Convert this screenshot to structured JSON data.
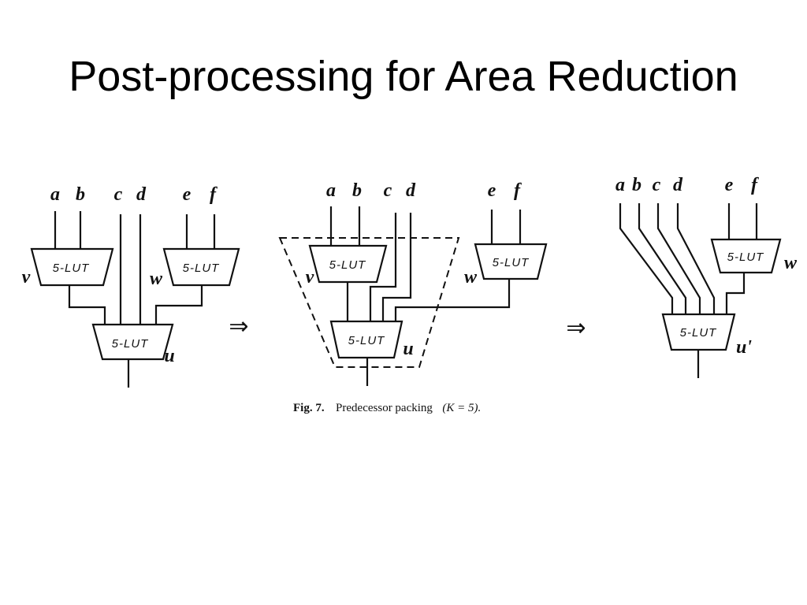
{
  "slide": {
    "title": "Post-processing for Area Reduction"
  },
  "figure": {
    "lut_label": "5-LUT",
    "inputs": [
      "a",
      "b",
      "c",
      "d",
      "e",
      "f"
    ],
    "node_v": "v",
    "node_w": "w",
    "node_u": "u",
    "node_u_prime": "u'",
    "arrow": "⇒",
    "caption": {
      "fig": "Fig. 7.",
      "text": "Predecessor packing",
      "formula": "(K = 5)."
    }
  }
}
